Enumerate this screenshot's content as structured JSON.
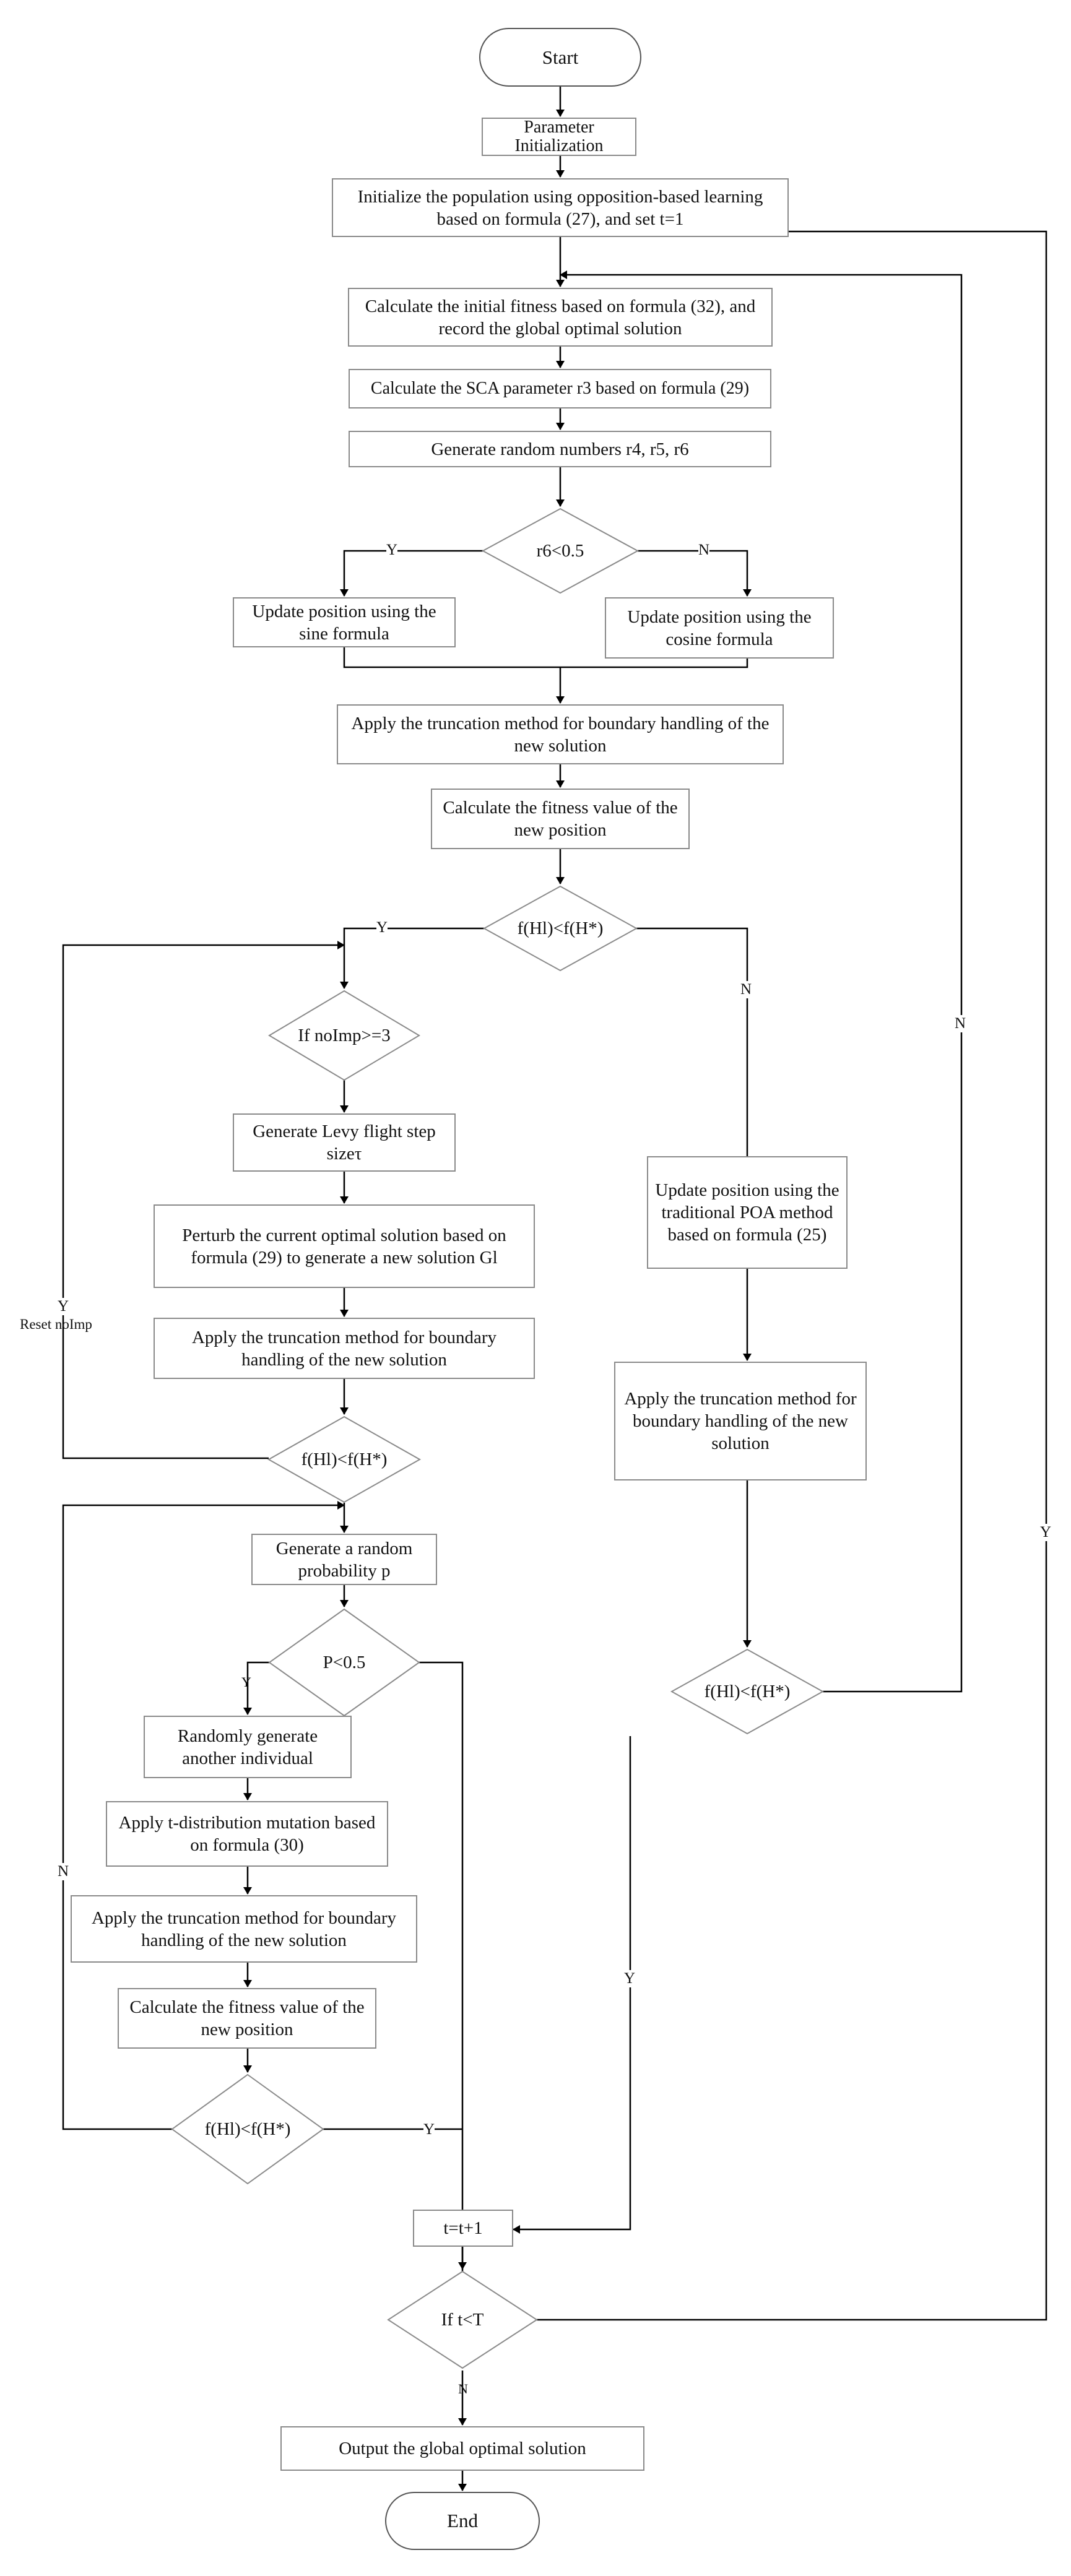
{
  "flowchart": {
    "start": "Start",
    "param_init": "Parameter Initialization",
    "init_population": "Initialize the population using opposition-based learning based on formula (27), and set t=1",
    "calc_initial_fitness": "Calculate the initial fitness based on formula (32), and record the global optimal solution",
    "calc_sca_param": "Calculate the SCA parameter r3 based on formula (29)",
    "gen_random": "Generate random numbers r4, r5, r6",
    "cond_r6": "r6<0.5",
    "update_sine": "Update position using the sine formula",
    "update_cosine": "Update position using the cosine formula",
    "truncation_1": "Apply the truncation method for boundary handling of the new solution",
    "calc_fitness_1": "Calculate the fitness value of the new position",
    "cond_fhl_1": "f(Hl)<f(H*)",
    "cond_noimp": "If noImp>=3",
    "levy_step": "Generate Levy flight step sizeτ",
    "perturb": "Perturb the current optimal solution based on formula (29) to generate a new solution Gl",
    "truncation_2": "Apply the truncation method for boundary handling of the new solution",
    "cond_fhl_2": "f(Hl)<f(H*)",
    "gen_prob": "Generate a random probability p",
    "cond_p": "P<0.5",
    "random_individual": "Randomly generate another individual",
    "t_mutation": "Apply t-distribution mutation based on formula (30)",
    "truncation_3": "Apply the truncation method for boundary handling of the new solution",
    "calc_fitness_3": "Calculate the fitness value of the new position",
    "cond_fhl_4": "f(Hl)<f(H*)",
    "update_poa": "Update position using the traditional POA method based on formula (25)",
    "truncation_4": "Apply the truncation method for boundary handling of the new solution",
    "cond_fhl_3": "f(Hl)<f(H*)",
    "t_increment": "t=t+1",
    "cond_t": "If t<T",
    "output": "Output the global optimal solution",
    "end": "End"
  },
  "edge_labels": {
    "r6_yes": "Y",
    "r6_no": "N",
    "fhl1_yes": "Y",
    "fhl1_no": "N",
    "reset_y": "Y",
    "reset_noimp": "Reset noImp",
    "p_yes": "Y",
    "p_loop_no": "N",
    "fhl4_yes": "Y",
    "fhl3_no": "N",
    "fhl3_yes": "Y",
    "t_yes": "Y",
    "t_no": "N"
  }
}
